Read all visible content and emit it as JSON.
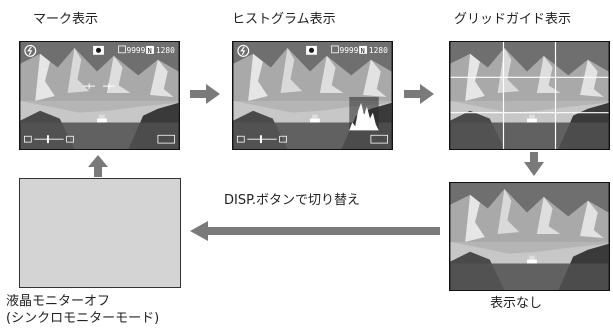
{
  "labels": {
    "mark": "マーク表示",
    "histogram": "ヒストグラム表示",
    "grid": "グリッドガイド表示",
    "none": "表示なし",
    "off_line1": "液晶モニターオフ",
    "off_line2": "(シンクロモニターモード)",
    "disp": "DISP.ボタンで切り替え"
  },
  "overlay": {
    "count": "9999",
    "size": "1280",
    "n_badge": "N"
  },
  "colors": {
    "arrow": "#7a7a7a",
    "blank": "#d4d4d4"
  }
}
